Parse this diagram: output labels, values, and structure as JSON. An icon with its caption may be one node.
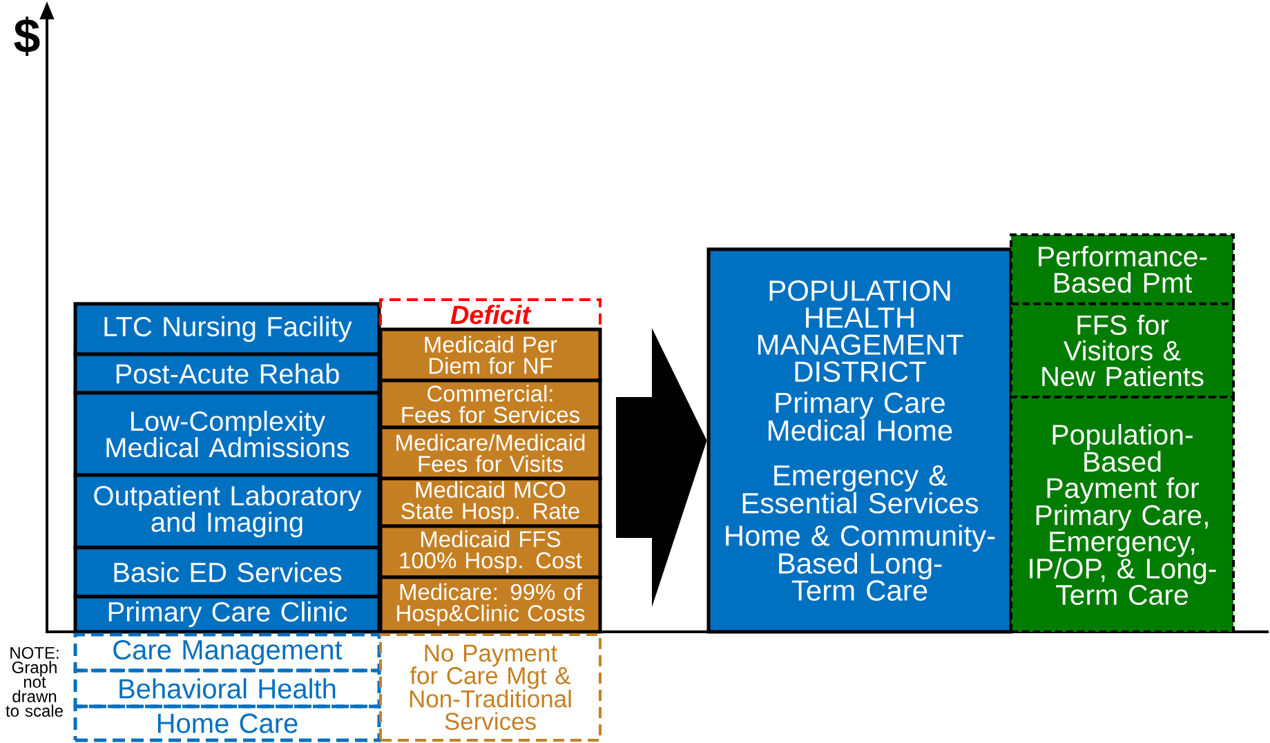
{
  "diagram": {
    "nodes": [
      {
        "text": [
          "LTC Nursing Facility"
        ]
      },
      {
        "text": [
          "Post-Acute Rehab"
        ]
      },
      {
        "text": [
          "Low-Complexity Medical Admissions"
        ]
      },
      {
        "text": [
          "Outpatient Laboratory and Imaging"
        ]
      },
      {
        "text": [
          "Basic ED Services"
        ]
      },
      {
        "text": [
          "Primary Care Clinic"
        ]
      },
      {
        "text": [
          "Care Management"
        ]
      },
      {
        "text": [
          "Behavioral Health"
        ]
      },
      {
        "text": [
          "Home Care"
        ]
      },
      {
        "text": [
          "Deficit"
        ]
      },
      {
        "text": [
          "Medicaid Per Diem for NF"
        ]
      },
      {
        "text": [
          "Commercial: Fees for Services"
        ]
      },
      {
        "text": [
          "Medicare/Medicaid Fees for Visits"
        ]
      },
      {
        "text": [
          "Medicaid MCO State Hosp. Rate"
        ]
      },
      {
        "text": [
          "Medicaid FFS 100% Hosp. Cost"
        ]
      },
      {
        "text": [
          "Medicare: 99% of Hosp&Clinic Costs"
        ]
      },
      {
        "text": [
          "No Payment for Care Mgt & Non-Traditional Services"
        ]
      },
      {
        "text": [
          "POPULATION HEALTH MANAGEMENT DISTRICT",
          "Primary Care Medical Home",
          "Emergency & Essential Services",
          "Home & Community-Based Long-Term Care"
        ]
      },
      {
        "text": [
          "Performance-Based Pmt"
        ]
      },
      {
        "text": [
          "FFS for Visitors & New Patients"
        ]
      },
      {
        "text": [
          "Population-Based Payment for Primary Care, Emergency, IP/OP, & Long-Term Care"
        ]
      }
    ],
    "edges": [
      {
        "from": null,
        "to": 17,
        "arrow": "to"
      }
    ],
    "labels": [
      "$",
      "NOTE: Graph not drawn to scale"
    ]
  }
}
